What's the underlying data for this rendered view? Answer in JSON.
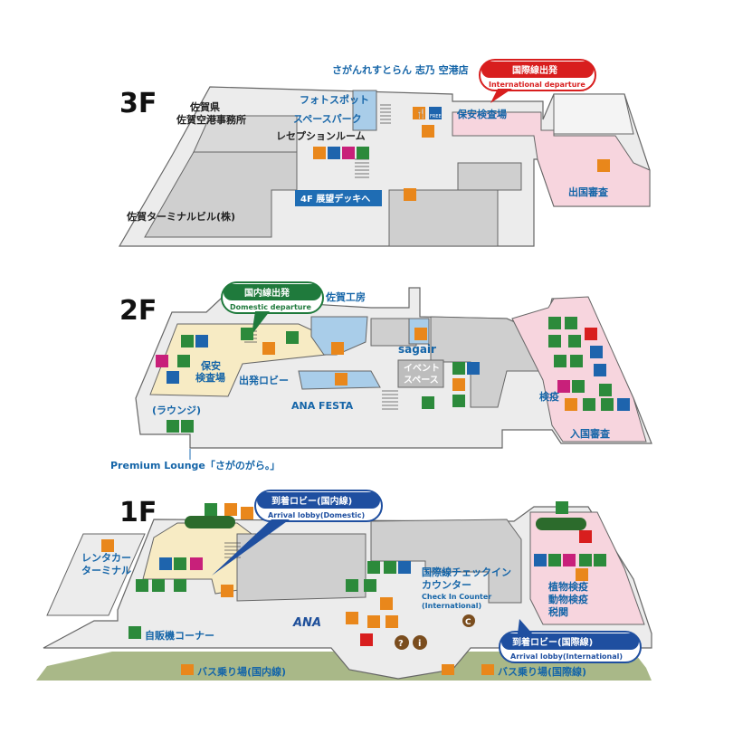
{
  "floors": {
    "f3": {
      "label": "3F",
      "labels": {
        "restaurant": "さがんれすとらん 志乃 空港店",
        "photo_spot": "フォトスポット",
        "space_park": "スペースパーク",
        "reception": "レセプションルーム",
        "office1": "佐賀県",
        "office2": "佐賀空港事務所",
        "terminal_bldg": "佐賀ターミナルビル(株)",
        "deck": "4F 展望デッキへ",
        "security": "保安検査場",
        "emigration": "出国審査"
      },
      "callout": {
        "title": "国際線出発",
        "subtitle": "International departure"
      }
    },
    "f2": {
      "label": "2F",
      "labels": {
        "saga_kobo": "佐賀工房",
        "security1": "保安",
        "security2": "検査場",
        "departure_lobby": "出発ロビー",
        "ana_festa": "ANA FESTA",
        "sagair": "sagair",
        "event1": "イベント",
        "event2": "スペース",
        "quarantine": "検疫",
        "immigration": "入国審査",
        "lounge": "(ラウンジ)",
        "premium_lounge": "Premium Lounge「さがのがら。」"
      },
      "callout": {
        "title": "国内線出発",
        "subtitle": "Domestic departure"
      }
    },
    "f1": {
      "label": "1F",
      "labels": {
        "rental1": "レンタカー",
        "rental2": "ターミナル",
        "vending": "自販機コーナー",
        "ana": "ANA",
        "checkin1": "国際線チェックイン",
        "checkin2": "カウンター",
        "checkin_en1": "Check In Counter",
        "checkin_en2": "(International)",
        "customs1": "植物検疫",
        "customs2": "動物検疫",
        "customs3": "税関",
        "bus_domestic": "バス乗り場(国内線)",
        "bus_international": "バス乗り場(国際線)"
      },
      "callout_domestic": {
        "title": "到着ロビー(国内線)",
        "subtitle": "Arrival lobby(Domestic)"
      },
      "callout_international": {
        "title": "到着ロビー(国際線)",
        "subtitle": "Arrival lobby(International)"
      }
    }
  },
  "icon_text": {
    "free": "FREE",
    "question": "?",
    "info": "i",
    "currency": "C"
  },
  "colors": {
    "floor_gray": "#cfcfcf",
    "floor_light": "#ececec",
    "beige": "#f7ebc4",
    "pink": "#f7d5de",
    "light_blue": "#a9cde9",
    "green_strip": "#a9b888",
    "blue_badge": "#1f6db4",
    "red_callout": "#d81e1e",
    "green_callout": "#1f7a3c",
    "navy_callout": "#1f4fa0",
    "icon_orange": "#e9871b",
    "icon_green": "#2c8a3b",
    "icon_blue": "#1e64ad",
    "icon_magenta": "#c8207a"
  }
}
